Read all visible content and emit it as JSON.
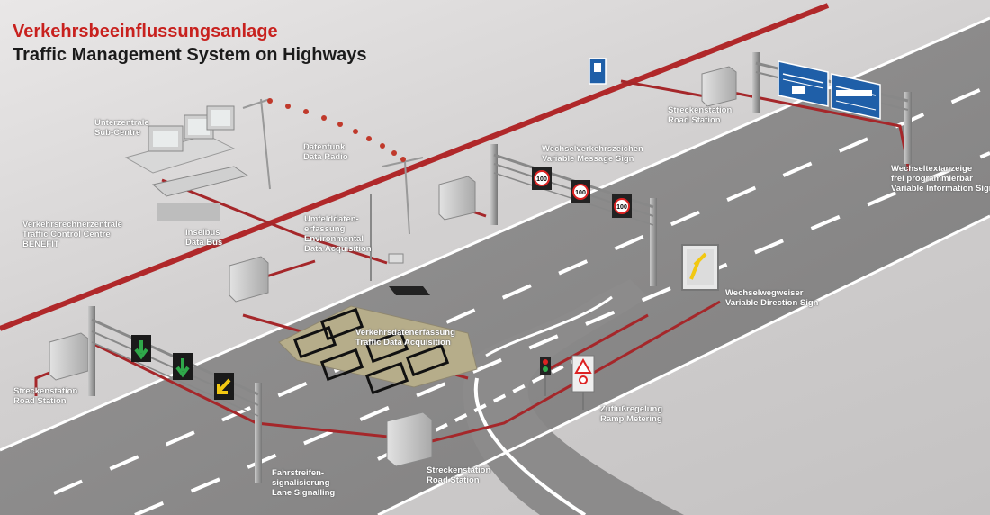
{
  "title": {
    "german": "Verkehrsbeeinflussungsanlage",
    "english": "Traffic Management System on Highways"
  },
  "colors": {
    "cable_red": "#b0282a",
    "sign_green_arrow": "#2fa84a",
    "sign_yellow_arrow": "#f2c812",
    "sign_panel_blue": "#1f5fa8",
    "road_asphalt": "#8b8a8a",
    "lane_marking": "#ffffff"
  },
  "labels": {
    "sub_centre": [
      "Unterzentrale",
      "Sub-Centre"
    ],
    "data_radio": [
      "Datenfunk",
      "Data Radio"
    ],
    "traffic_control_centre": [
      "Verkehrsrechnerzentrale",
      "Traffic Control Centre",
      "BENEFIT"
    ],
    "data_bus": [
      "Inselbus",
      "Data Bus"
    ],
    "environmental_data": [
      "Umfelddaten-",
      "erfassung",
      "Environmental",
      "Data Acquisition"
    ],
    "variable_message_sign": [
      "Wechselverkehrszeichen",
      "Variable Message Sign"
    ],
    "road_station_top": [
      "Streckenstation",
      "Road Station"
    ],
    "variable_information_sign": [
      "Wechseltextanzeige",
      "frei programmierbar",
      "Variable Information Sign"
    ],
    "variable_direction_sign": [
      "Wechselwegweiser",
      "Variable Direction Sign"
    ],
    "traffic_data_acquisition": [
      "Verkehrsdatenerfassung",
      "Traffic Data Acquisition"
    ],
    "road_station_left": [
      "Streckenstation",
      "Road Station"
    ],
    "ramp_metering": [
      "Zuflußregelung",
      "Ramp Metering"
    ],
    "road_station_bottom": [
      "Streckenstation",
      "Road Station"
    ],
    "lane_signalling": [
      "Fahrstreifen-",
      "signalisierung",
      "Lane Signalling"
    ]
  },
  "speed_limit_value": "100"
}
